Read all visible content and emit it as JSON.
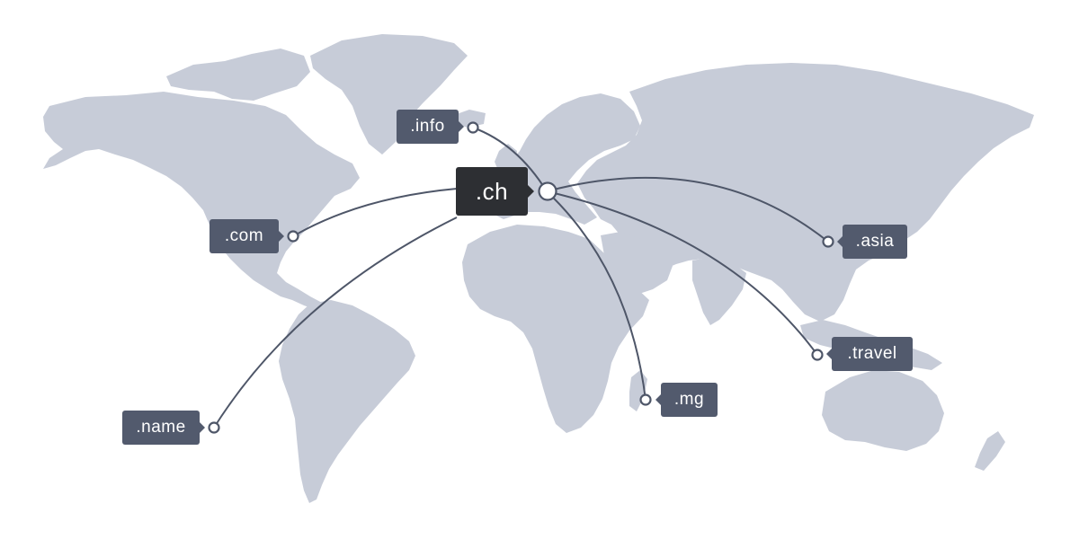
{
  "hub": {
    "label": ".ch"
  },
  "tlds": {
    "info": ".info",
    "com": ".com",
    "name": ".name",
    "asia": ".asia",
    "travel": ".travel",
    "mg": ".mg"
  },
  "colors": {
    "land": "#c7ccd8",
    "tag": "#525a6d",
    "hub_tag": "#2d2f33",
    "route": "#4e5668",
    "background": "#ffffff"
  }
}
